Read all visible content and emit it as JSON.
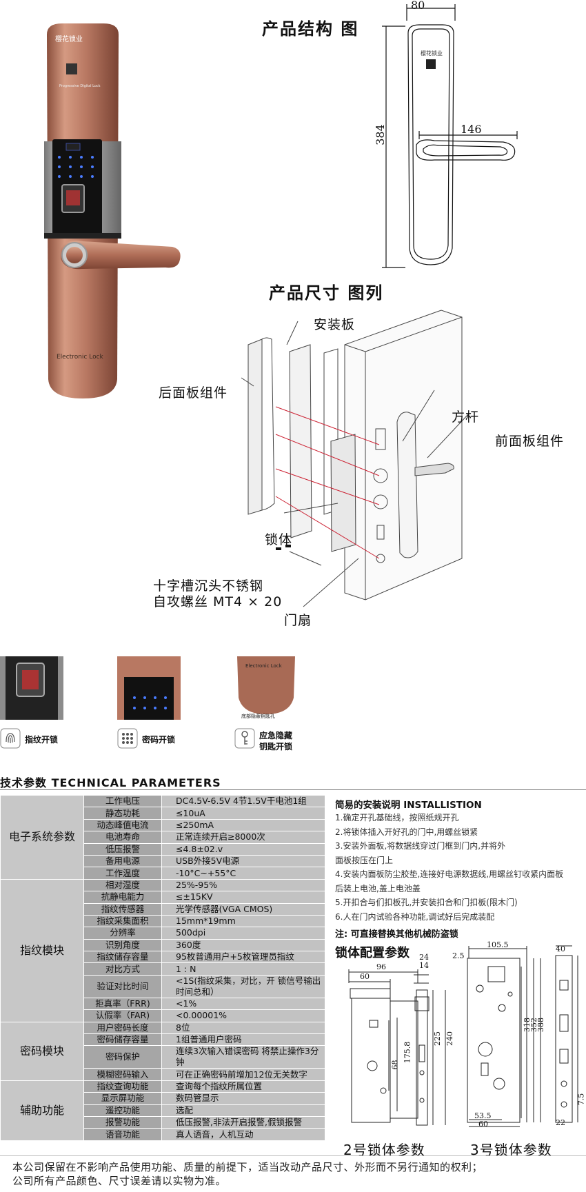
{
  "structure_title": "产品结构 图",
  "size_title": "产品尺寸 图列",
  "brand_text": "樱花锁业",
  "badge_text": "Progressive Digital Lock",
  "panel_label": "Electronic Lock",
  "dimensions": {
    "width": "80",
    "height": "384",
    "handle": "146"
  },
  "callouts": {
    "mount_plate": "安装板",
    "back_panel": "后面板组件",
    "square_rod": "方杆",
    "front_panel": "前面板组件",
    "lock_body": "锁体",
    "screw_line1": "十字槽沉头不锈钢",
    "screw_line2": "自攻螺丝 MT4 × 20",
    "door_leaf": "门扇"
  },
  "features": [
    {
      "label": "指纹开锁",
      "icon": "fingerprint-icon"
    },
    {
      "label": "密码开锁",
      "icon": "keypad-icon"
    },
    {
      "label1": "应急隐藏",
      "label2": "钥匙开锁",
      "icon": "key-icon",
      "thumb_text": "底部隐蔽钥匙孔"
    }
  ],
  "params_title": "技术参数   TECHNICAL PARAMETERS",
  "params": [
    {
      "category": "电子系统参数",
      "rows": [
        [
          "工作电压",
          "DC4.5V-6.5V  4节1.5V干电池1组"
        ],
        [
          "静态功耗",
          "≤10uA"
        ],
        [
          "动态峰值电流",
          "≤250mA"
        ],
        [
          "电池寿命",
          "正常连续开启≥8000次"
        ],
        [
          "低压报警",
          "≤4.8±02.v"
        ],
        [
          "备用电源",
          "USB外接5V电源"
        ],
        [
          "工作温度",
          "-10°C~+55°C"
        ]
      ]
    },
    {
      "category": "指纹模块",
      "rows": [
        [
          "相对湿度",
          "25%-95%"
        ],
        [
          "抗静电能力",
          "≤±15KV"
        ],
        [
          "指纹传感器",
          "光学传感器(VGA    CMOS)"
        ],
        [
          "指纹采集面积",
          "15mm*19mm"
        ],
        [
          "分辨率",
          "500dpi"
        ],
        [
          "识别角度",
          "360度"
        ],
        [
          "指纹储存容量",
          "95枚普通用户+5枚管理员指纹"
        ],
        [
          "对比方式",
          "1 : N"
        ],
        [
          "验证对比时间",
          "<1S(指纹采集，对比，开 锁信号输出时间总和）"
        ],
        [
          "拒真率（FRR)",
          "<1%"
        ],
        [
          "认假率（FAR)",
          "<0.00001%"
        ]
      ]
    },
    {
      "category": "密码模块",
      "rows": [
        [
          "用户密码长度",
          "8位"
        ],
        [
          "密码储存容量",
          "1组普通用户密码"
        ],
        [
          "密码保护",
          "连续3次输入错误密码 将禁止操作3分钟"
        ],
        [
          "模糊密码输入",
          "可在正确密码前增加12位无关数字"
        ]
      ]
    },
    {
      "category": "辅助功能",
      "rows": [
        [
          "指纹查询功能",
          "查询每个指纹所属位置"
        ],
        [
          "显示屏功能",
          "数码管显示"
        ],
        [
          "遥控功能",
          "选配"
        ],
        [
          "报警功能",
          "低压报警,非法开启报警,假锁报警"
        ],
        [
          "语音功能",
          "真人语音，人机互动"
        ]
      ]
    }
  ],
  "install": {
    "title": "简易的安装说明 INSTALLISTION",
    "steps": [
      "1.确定开孔基础线，按照纸规开孔",
      "2.将锁体插入开好孔的门中,用螺丝锁紧",
      "3.安装外面板,将数据线穿过门框到门内,并将外",
      "   面板按压在门上",
      "4.安装内面板防尘胶垫,连接好电源数据线,用螺丝钉收紧内面板",
      "   后装上电池,盖上电池盖",
      "5.开扣合与们扣板孔,并安装扣合和门扣板(限木门)",
      "6.人在门内试验各种功能,调试好后完成装配"
    ],
    "note": "注: 可直接替换其他机械防盗锁"
  },
  "config_title": "锁体配置参数",
  "lockbody2": {
    "caption": "2号锁体参数",
    "dims": [
      "96",
      "60",
      "68",
      "175.8",
      "24",
      "14",
      "225",
      "240"
    ]
  },
  "lockbody3": {
    "caption": "3号锁体参数",
    "dims": [
      "105.5",
      "2.5",
      "318",
      "352",
      "388",
      "53.5",
      "60",
      "40",
      "22",
      "7.5"
    ]
  },
  "footer_line1": "本公司保留在不影响产品使用功能、质量的前提下，适当改动产品尺寸、外形而不另行通知的权利；",
  "footer_line2": "公司所有产品颜色、尺寸误差请以实物为准。",
  "colors": {
    "copper": "#b87862",
    "copper_dark": "#8a4f3c",
    "table_dark": "#a6a6a6",
    "table_light": "#c2c2c2"
  }
}
